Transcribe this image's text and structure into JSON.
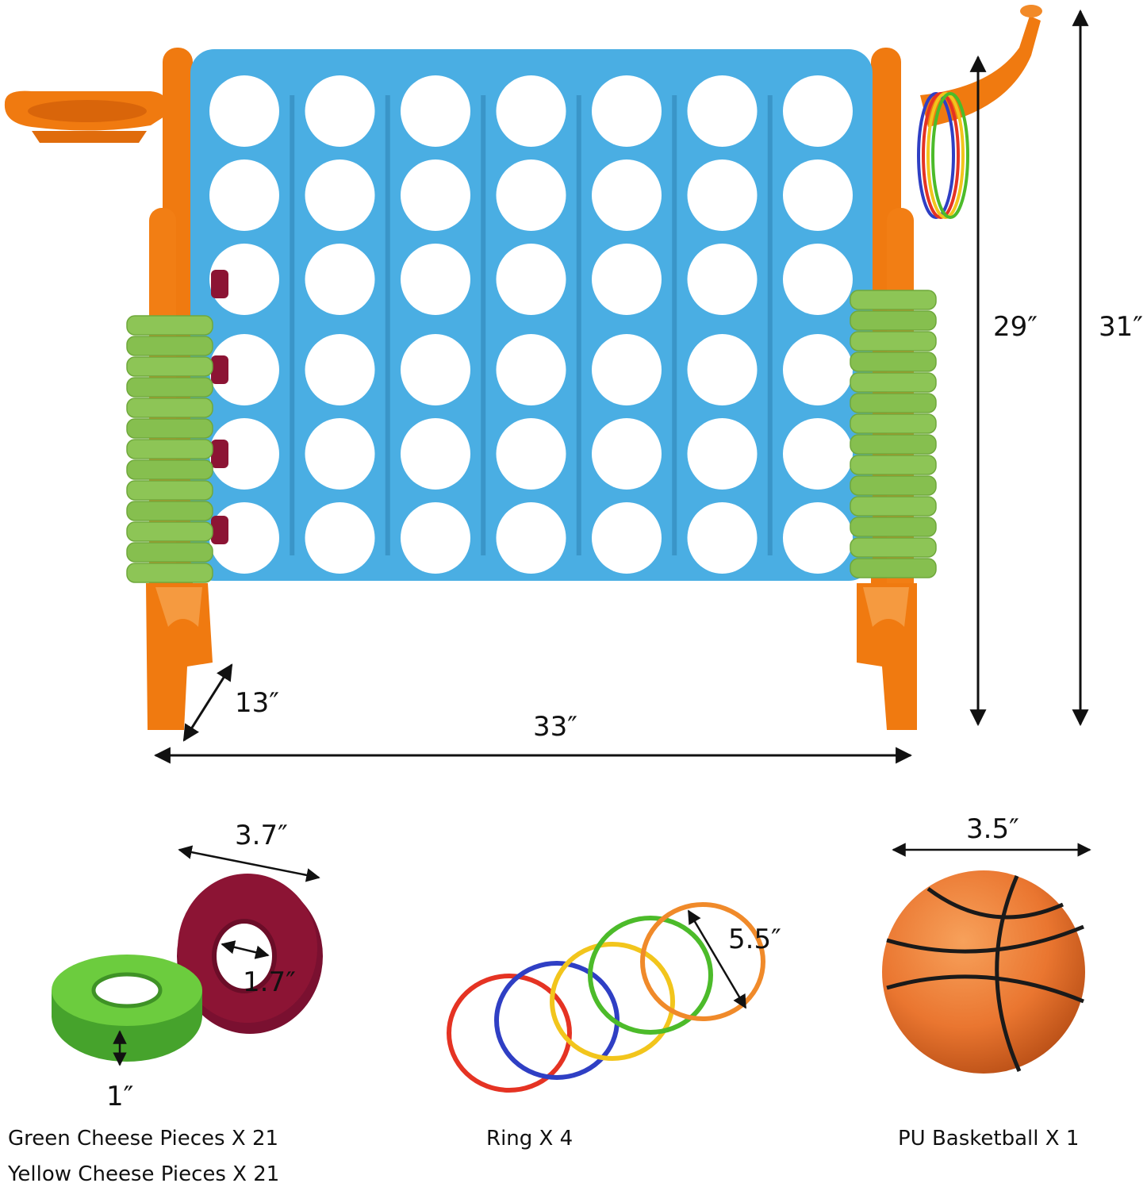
{
  "dimensions": {
    "height_inner": "29″",
    "height_total": "31″",
    "depth": "13″",
    "width": "33″",
    "piece_diameter": "3.7″",
    "piece_hole": "1.7″",
    "piece_thickness": "1″",
    "ring_diameter": "5.5″",
    "ball_diameter": "3.5″"
  },
  "captions": {
    "green_pieces": "Green Cheese Pieces X 21",
    "yellow_pieces": "Yellow Cheese Pieces X 21",
    "rings": "Ring X 4",
    "basketball": "PU Basketball X 1"
  },
  "grid": {
    "columns": 7,
    "rows": 6
  },
  "colors": {
    "board": "#4aaee3",
    "frame": "#f07a10",
    "green_piece": "#8dc556",
    "red_piece": "#8c1434",
    "ring_red": "#e53323",
    "ring_blue": "#2f3fc4",
    "ring_yellow": "#f2c51c",
    "ring_green": "#4cbb2a",
    "ring_orange": "#f08a2a",
    "ball": "#ec7a2c"
  }
}
